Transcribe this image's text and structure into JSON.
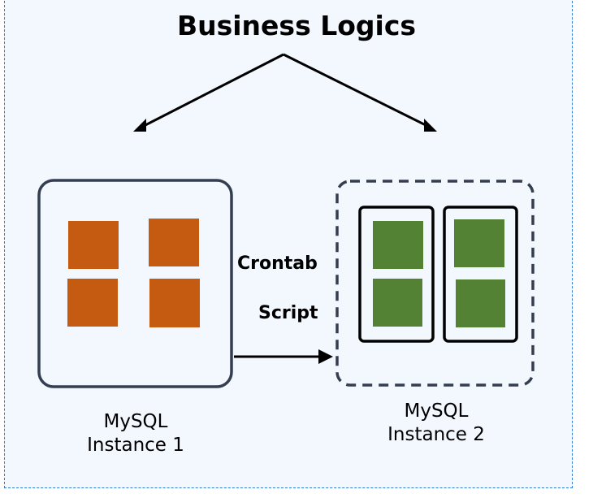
{
  "title": "Business Logics",
  "connector": {
    "line1": "Crontab",
    "line2": "Script"
  },
  "instances": [
    {
      "label_line1": "MySQL",
      "label_line2": "Instance 1",
      "style": "solid",
      "block_color": "#c55a11",
      "blocks": 4
    },
    {
      "label_line1": "MySQL",
      "label_line2": "Instance 2",
      "style": "dashed",
      "block_color": "#548235",
      "blocks": 4,
      "groups": 2
    }
  ],
  "colors": {
    "background": "#f3f7fe",
    "frame_border": "#2f7dd6",
    "box_border": "#333f50",
    "arrow": "#000000"
  }
}
